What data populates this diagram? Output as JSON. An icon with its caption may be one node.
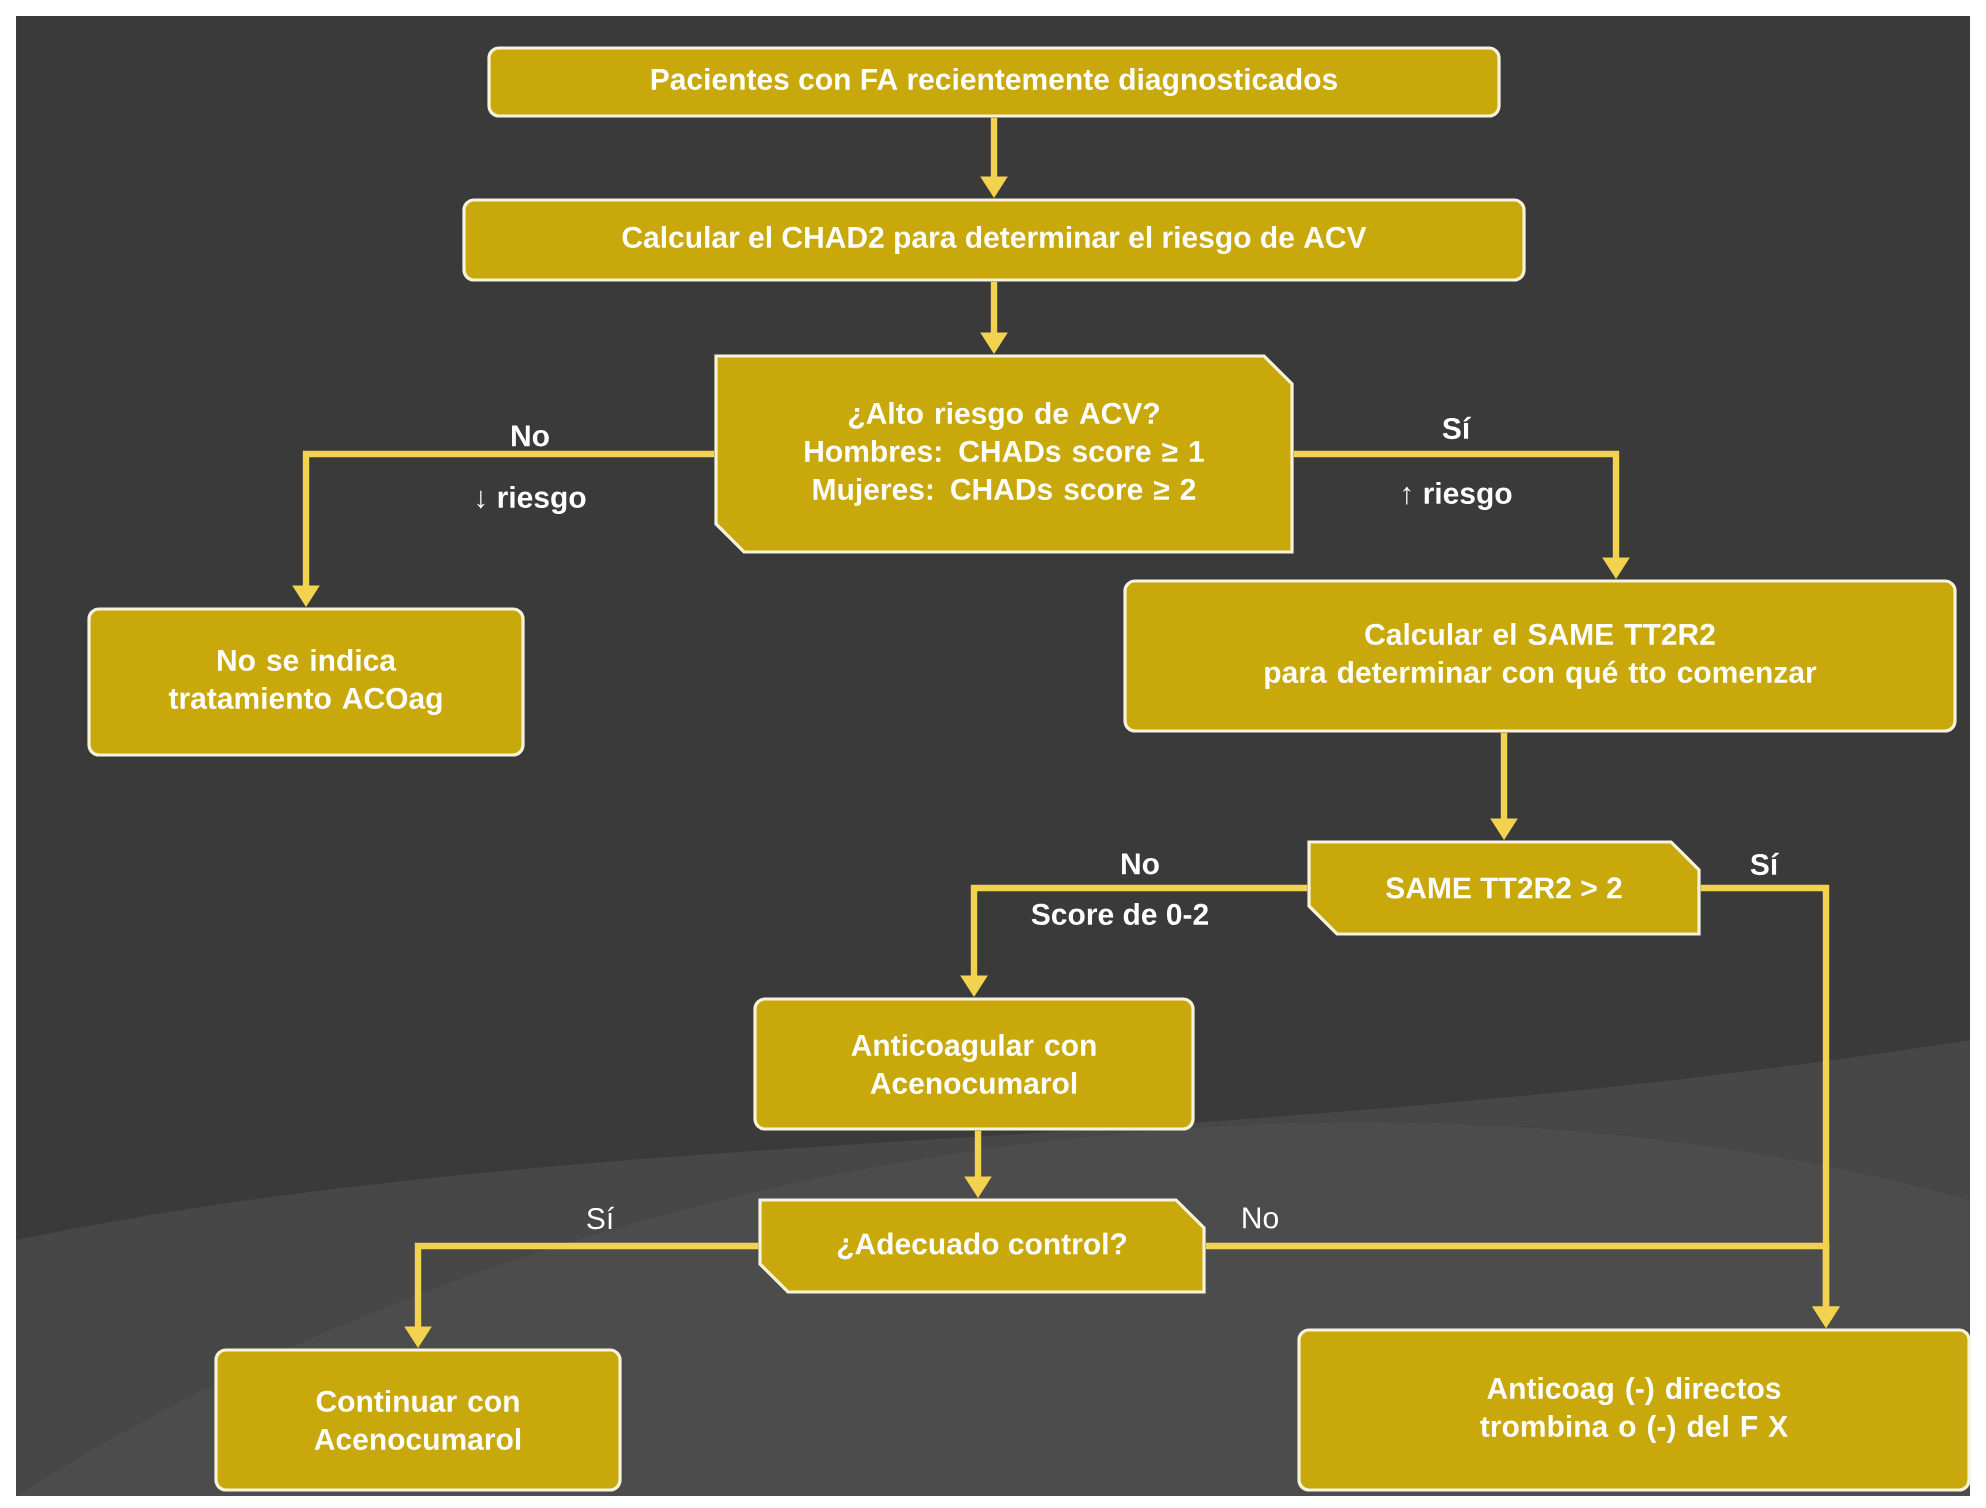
{
  "diagram": {
    "nodes": [
      {
        "text": [
          "Pacientes con FA recientemente diagnosticados"
        ]
      },
      {
        "text": [
          "Calcular el CHAD2 para determinar el riesgo de ACV"
        ]
      },
      {
        "text": [
          "¿Alto riesgo de ACV?",
          "Hombres: CHADs score ≥ 1",
          "Mujeres: CHADs score ≥ 2"
        ]
      },
      {
        "text": [
          "No se indica tratamiento ACOag"
        ]
      },
      {
        "text": [
          "Calcular el SAME TT2R2",
          "para determinar con qué tto comenzar"
        ]
      },
      {
        "text": [
          "SAME TT2R2 > 2"
        ]
      },
      {
        "text": [
          "Anticoagular con Acenocumarol"
        ]
      },
      {
        "text": [
          "¿Adecuado control?"
        ]
      },
      {
        "text": [
          "Continuar con Acenocumarol"
        ]
      },
      {
        "text": [
          "Anticoag (-) directos trombina o (-) del F X"
        ]
      }
    ],
    "edges": [
      {
        "from": 0,
        "to": 1,
        "arrow": "to"
      },
      {
        "from": 1,
        "to": 2,
        "arrow": "to"
      },
      {
        "from": 2,
        "to": 3,
        "arrow": "to",
        "label": "No"
      },
      {
        "from": 2,
        "to": 4,
        "arrow": "to",
        "label": "Sí"
      },
      {
        "from": 4,
        "to": 5,
        "arrow": "to"
      },
      {
        "from": 5,
        "to": 6,
        "arrow": "to",
        "label": "No"
      },
      {
        "from": 5,
        "to": 9,
        "arrow": "to",
        "label": "Sí"
      },
      {
        "from": 6,
        "to": 7,
        "arrow": "to"
      },
      {
        "from": 7,
        "to": 8,
        "arrow": "to",
        "label": "Sí"
      },
      {
        "from": 7,
        "to": 9,
        "arrow": "to",
        "label": "No"
      }
    ],
    "labels": [
      "↓ riesgo",
      "↑ riesgo",
      "Score de 0-2"
    ]
  }
}
